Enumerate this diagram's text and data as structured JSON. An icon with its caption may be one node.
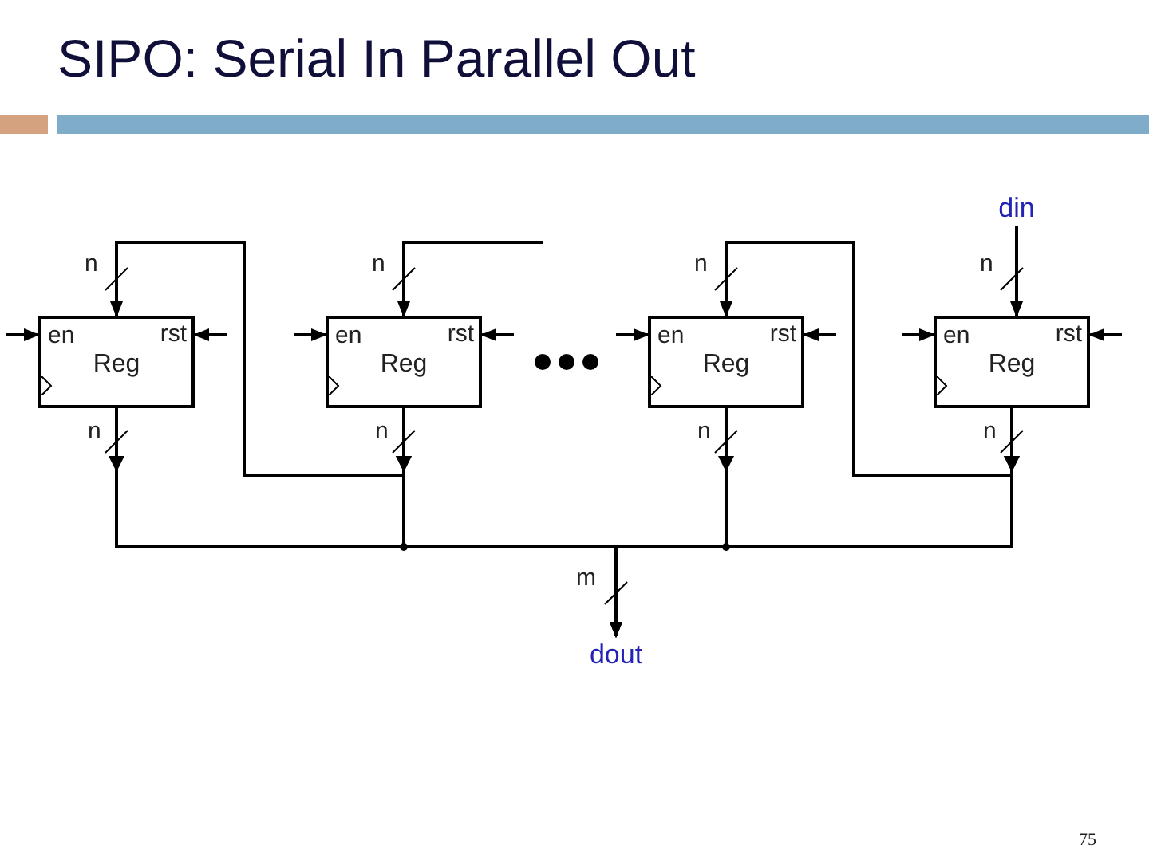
{
  "diagram": {
    "title": "SIPO: Serial In Parallel Out",
    "nodes": [
      {
        "text": [
          "en",
          "rst",
          "Reg"
        ]
      },
      {
        "text": [
          "en",
          "rst",
          "Reg"
        ]
      },
      {
        "text": [
          "en",
          "rst",
          "Reg"
        ]
      },
      {
        "text": [
          "en",
          "rst",
          "Reg"
        ]
      },
      {
        "text": [
          "din"
        ]
      },
      {
        "text": [
          "dout"
        ]
      }
    ],
    "edges": [
      {
        "from": 1,
        "to": 0,
        "arrow": "to"
      },
      {
        "from": null,
        "to": 1,
        "arrow": "to"
      },
      {
        "from": 3,
        "to": 2,
        "arrow": "to"
      },
      {
        "from": 4,
        "to": 3,
        "arrow": "to"
      },
      {
        "from": 0,
        "to": 5,
        "arrow": "to"
      },
      {
        "from": 1,
        "to": 5,
        "arrow": "to"
      },
      {
        "from": 2,
        "to": 5,
        "arrow": "to"
      },
      {
        "from": 3,
        "to": 5,
        "arrow": "to"
      },
      {
        "from": null,
        "to": 0,
        "arrow": "to"
      },
      {
        "from": null,
        "to": 0,
        "arrow": "to"
      },
      {
        "from": null,
        "to": 1,
        "arrow": "to"
      },
      {
        "from": null,
        "to": 1,
        "arrow": "to"
      },
      {
        "from": null,
        "to": 2,
        "arrow": "to"
      },
      {
        "from": null,
        "to": 2,
        "arrow": "to"
      },
      {
        "from": null,
        "to": 3,
        "arrow": "to"
      },
      {
        "from": null,
        "to": 3,
        "arrow": "to"
      }
    ],
    "labels": [
      "n",
      "n",
      "n",
      "n",
      "n",
      "n",
      "n",
      "n",
      "m",
      "75"
    ]
  }
}
